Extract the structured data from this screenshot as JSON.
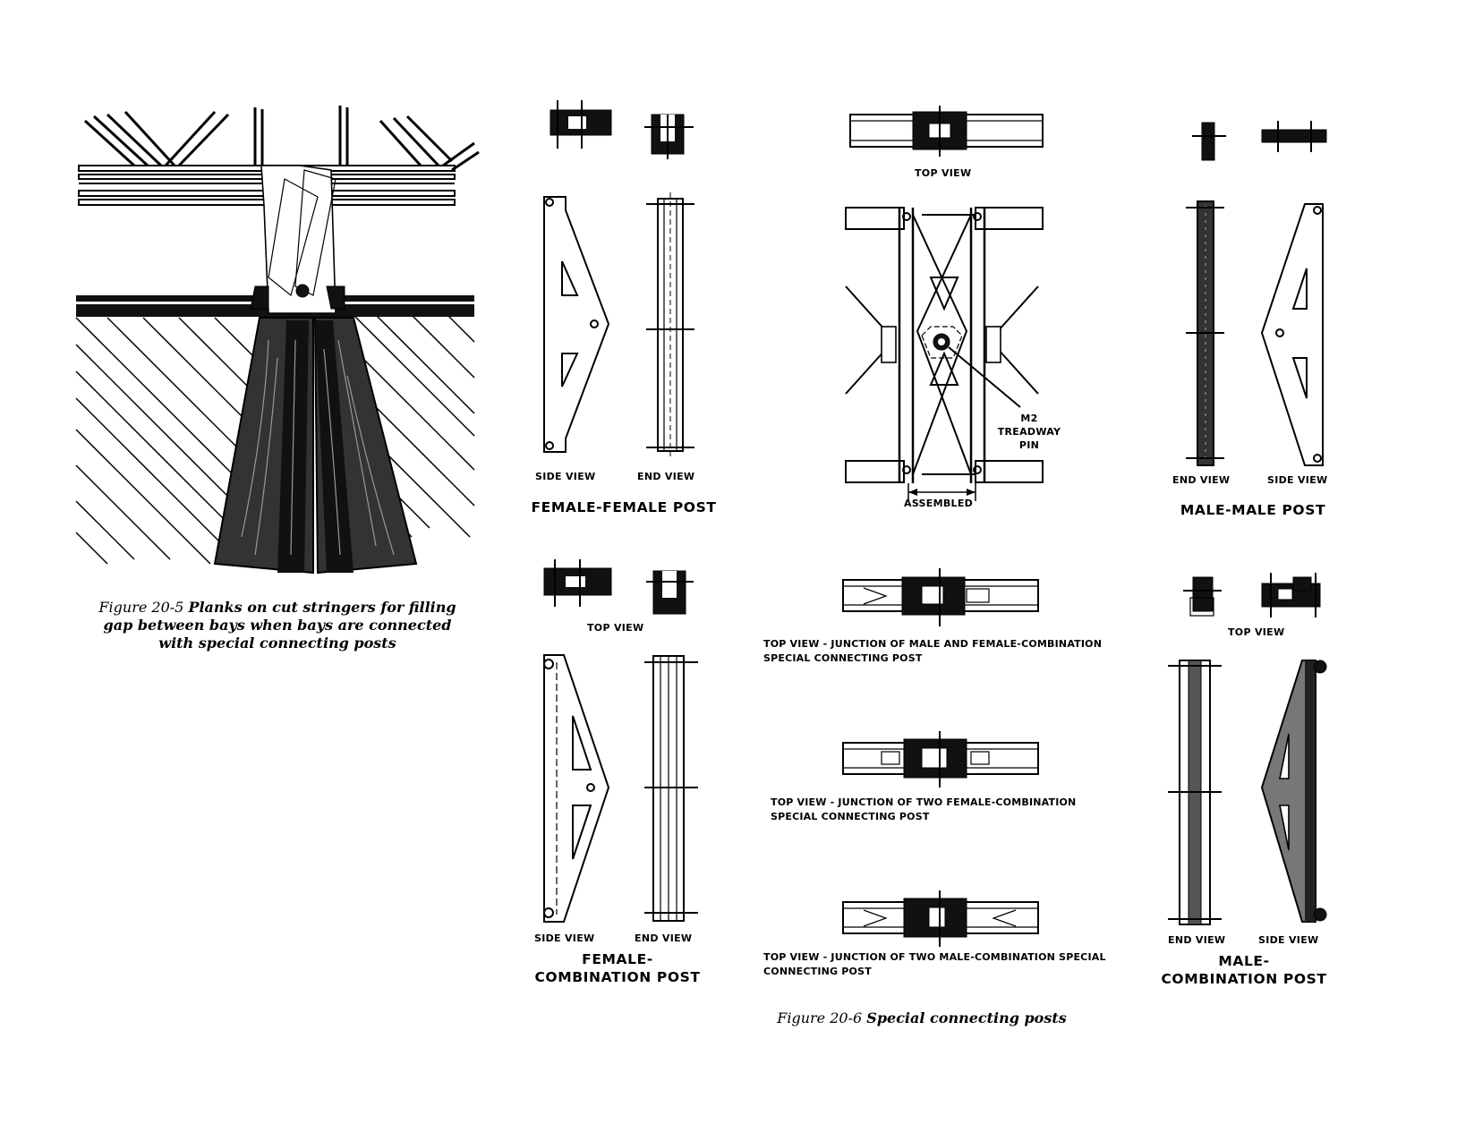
{
  "figure_20_5": {
    "number": "Figure 20-5",
    "title": "Planks on cut stringers for filling gap between bays when bays are connected with special connecting posts",
    "line1_number": "Figure 20-5",
    "line1_bold": "Planks on cut stringers for filling",
    "line2": "gap between bays when bays are connected",
    "line3": "with special connecting posts"
  },
  "female_female": {
    "side_view": "SIDE VIEW",
    "end_view": "END VIEW",
    "title": "FEMALE-FEMALE POST"
  },
  "female_combination": {
    "top_view": "TOP VIEW",
    "side_view": "SIDE VIEW",
    "end_view": "END VIEW",
    "title_line1": "FEMALE-",
    "title_line2": "COMBINATION POST"
  },
  "assembled": {
    "top_view": "TOP VIEW",
    "pin_line1": "M2",
    "pin_line2": "TREADWAY",
    "pin_line3": "PIN",
    "label": "ASSEMBLED"
  },
  "junctions": [
    {
      "line1": "TOP VIEW - JUNCTION OF MALE AND FEMALE-COMBINATION",
      "line2": "SPECIAL CONNECTING POST"
    },
    {
      "line1": "TOP VIEW - JUNCTION OF TWO FEMALE-COMBINATION",
      "line2": "SPECIAL CONNECTING POST"
    },
    {
      "line1": "TOP VIEW - JUNCTION OF TWO MALE-COMBINATION SPECIAL",
      "line2": "CONNECTING POST"
    }
  ],
  "male_male": {
    "end_view": "END VIEW",
    "side_view": "SIDE VIEW",
    "title": "MALE-MALE POST"
  },
  "male_combination": {
    "top_view": "TOP VIEW",
    "end_view": "END VIEW",
    "side_view": "SIDE VIEW",
    "title_line1": "MALE-",
    "title_line2": "COMBINATION POST"
  },
  "figure_20_6": {
    "number": "Figure 20-6",
    "title": "Special connecting posts"
  }
}
